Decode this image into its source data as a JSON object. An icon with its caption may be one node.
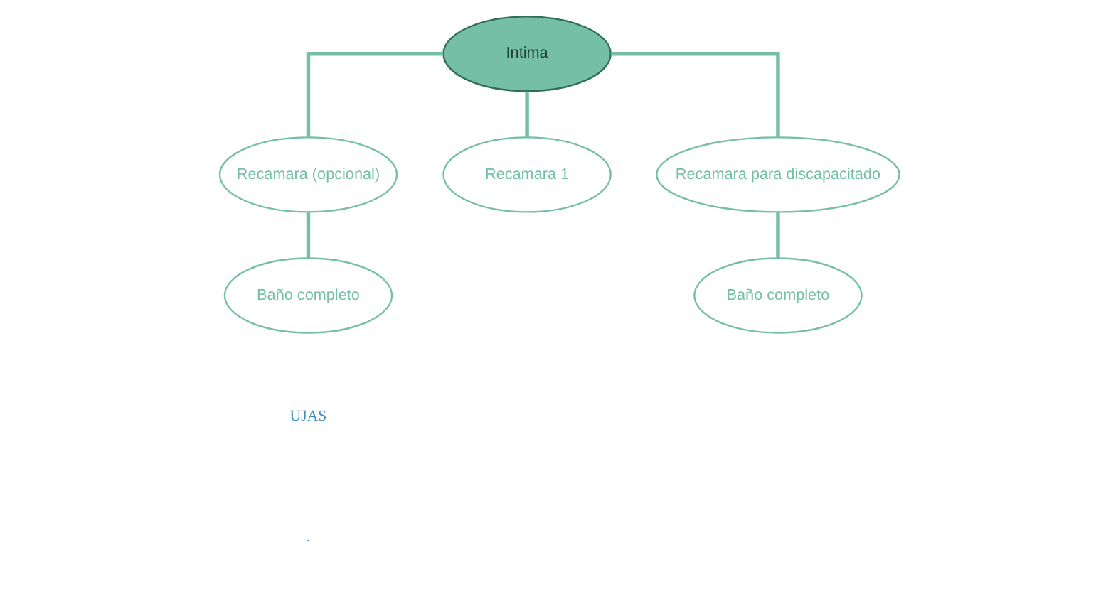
{
  "diagram": {
    "nodes": [
      {
        "text": [
          "Intima"
        ]
      },
      {
        "text": [
          "Recamara (opcional)"
        ]
      },
      {
        "text": [
          "Recamara 1"
        ]
      },
      {
        "text": [
          "Recamara para discapacitado"
        ]
      },
      {
        "text": [
          "Baño completo"
        ]
      },
      {
        "text": [
          "Baño completo"
        ]
      }
    ],
    "edges": [
      {
        "from": 0,
        "to": 1,
        "arrow": "none"
      },
      {
        "from": 0,
        "to": 2,
        "arrow": "none"
      },
      {
        "from": 0,
        "to": 3,
        "arrow": "none"
      },
      {
        "from": 1,
        "to": 4,
        "arrow": "none"
      },
      {
        "from": 3,
        "to": 5,
        "arrow": "none"
      }
    ],
    "labels": [
      "UJAS",
      "."
    ]
  }
}
